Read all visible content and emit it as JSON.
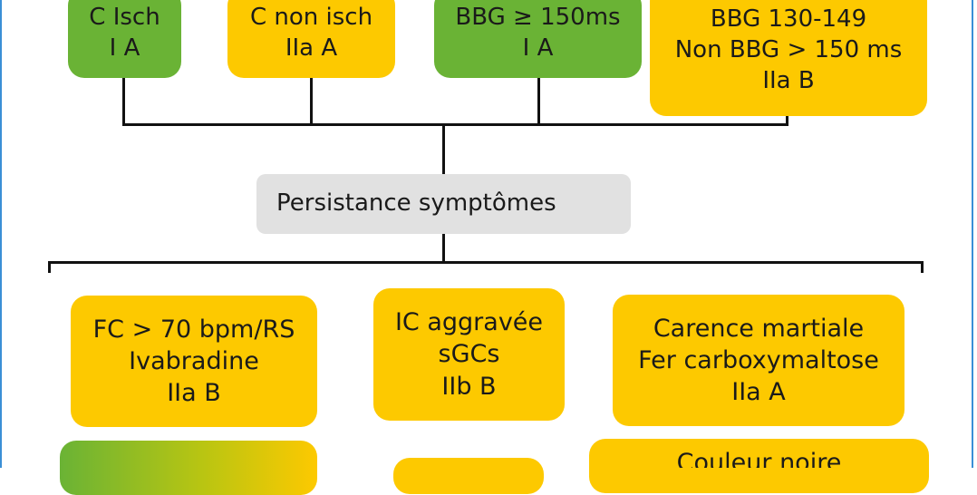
{
  "colors": {
    "green": "#6ab335",
    "yellow": "#fdc900",
    "grey": "#e1e1e1",
    "border": "#3b8fd6"
  },
  "top_boxes": [
    {
      "lines": [
        "C Isch",
        "I  A"
      ],
      "color": "green"
    },
    {
      "lines": [
        "C non isch",
        "IIa   A"
      ],
      "color": "yellow"
    },
    {
      "lines": [
        "BBG ≥ 150ms",
        "I   A"
      ],
      "color": "green"
    },
    {
      "lines": [
        "BBG 130-149",
        "Non BBG > 150 ms",
        "IIa  B"
      ],
      "color": "yellow"
    }
  ],
  "middle": {
    "label": "Persistance symptômes"
  },
  "lower_boxes": [
    {
      "lines": [
        "FC > 70 bpm/RS",
        "Ivabradine",
        "IIa  B"
      ],
      "color": "yellow"
    },
    {
      "lines": [
        "IC aggravée",
        "sGCs",
        "IIb  B"
      ],
      "color": "yellow"
    },
    {
      "lines": [
        "Carence martiale",
        "Fer carboxymaltose",
        "IIa  A"
      ],
      "color": "yellow"
    }
  ],
  "bottom_partial": {
    "text": "Couleur noire"
  }
}
